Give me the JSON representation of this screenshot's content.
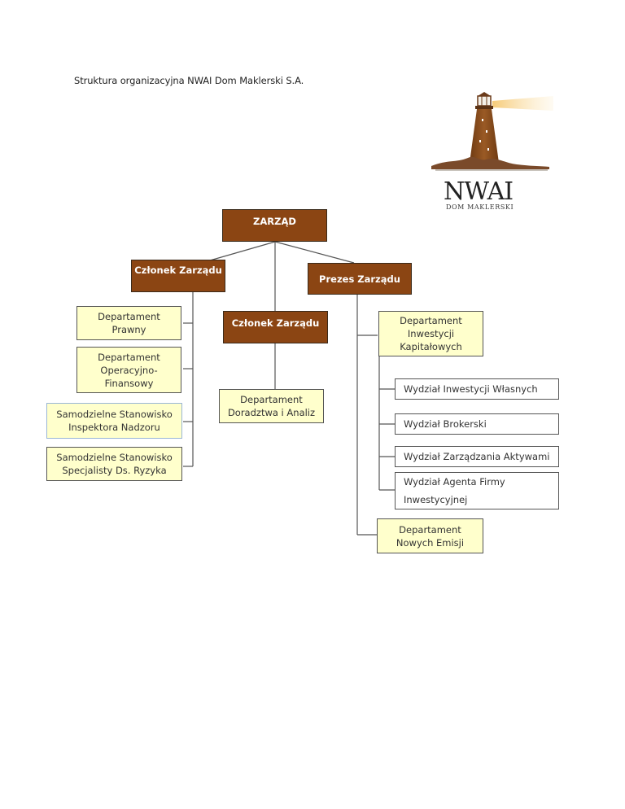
{
  "document": {
    "title": "Struktura organizacyjna NWAI Dom Maklerski S.A."
  },
  "logo": {
    "icon": "lighthouse-icon",
    "name": "NWAI",
    "subtitle": "DOM MAKLERSKI"
  },
  "chart": {
    "colors": {
      "brown": "#8b4513",
      "yellow": "#ffffcc",
      "line": "#555555"
    },
    "root": {
      "label": "ZARZĄD"
    },
    "member_left": {
      "label": "Członek Zarządu"
    },
    "president": {
      "label": "Prezes Zarządu"
    },
    "member_center": {
      "label": "Członek Zarządu"
    },
    "left_units": [
      {
        "label": "Departament Prawny"
      },
      {
        "label": "Departament Operacyjno-Finansowy"
      },
      {
        "label": "Samodzielne Stanowisko Inspektora Nadzoru"
      },
      {
        "label": "Samodzielne Stanowisko Specjalisty Ds. Ryzyka"
      }
    ],
    "center_units": [
      {
        "label": "Departament Doradztwa i Analiz"
      }
    ],
    "president_units": {
      "investments": {
        "label": "Departament Inwestycji Kapitałowych"
      },
      "divisions": [
        {
          "label": "Wydział Inwestycji Własnych"
        },
        {
          "label": "Wydział Brokerski"
        },
        {
          "label": "Wydział Zarządzania Aktywami"
        },
        {
          "label": "Wydział Agenta Firmy Inwestycyjnej"
        }
      ],
      "new_issues": {
        "label": "Departament Nowych Emisji"
      }
    }
  }
}
